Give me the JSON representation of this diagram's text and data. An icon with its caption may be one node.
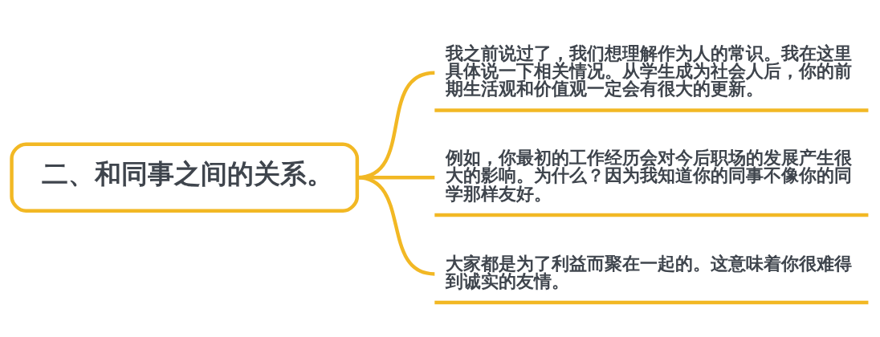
{
  "diagram": {
    "nodes": [
      {
        "text": [
          "二、和同事之间的关系。"
        ]
      },
      {
        "text": [
          "我之前说过了，我们想理解作为人的常识。我在这里具体说一下相关情况。从学生成为社会人后，你的前期生活观和价值观一定会有很大的更新。"
        ]
      },
      {
        "text": [
          "例如，你最初的工作经历会对今后职场的发展产生很大的影响。为什么？因为我知道你的同事不像你的同学那样友好。"
        ]
      },
      {
        "text": [
          "大家都是为了利益而聚在一起的。这意味着你很难得到诚实的友情。"
        ]
      }
    ],
    "edges": [
      {
        "from": 0,
        "to": 1,
        "arrow": "none"
      },
      {
        "from": 0,
        "to": 2,
        "arrow": "none"
      },
      {
        "from": 0,
        "to": 3,
        "arrow": "none"
      }
    ]
  }
}
